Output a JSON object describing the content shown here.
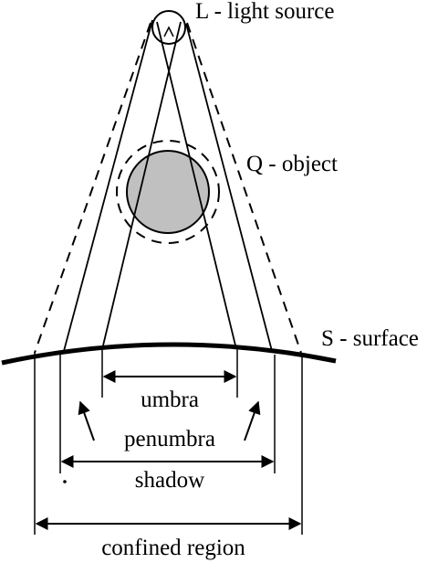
{
  "labels": {
    "light_source": "L - light source",
    "object": "Q - object",
    "surface": "S - surface",
    "umbra": "umbra",
    "penumbra": "penumbra",
    "shadow": "shadow",
    "confined_region": "confined region"
  },
  "colors": {
    "stroke": "#000000",
    "object_fill": "#c0c0c0",
    "background": "#ffffff"
  }
}
